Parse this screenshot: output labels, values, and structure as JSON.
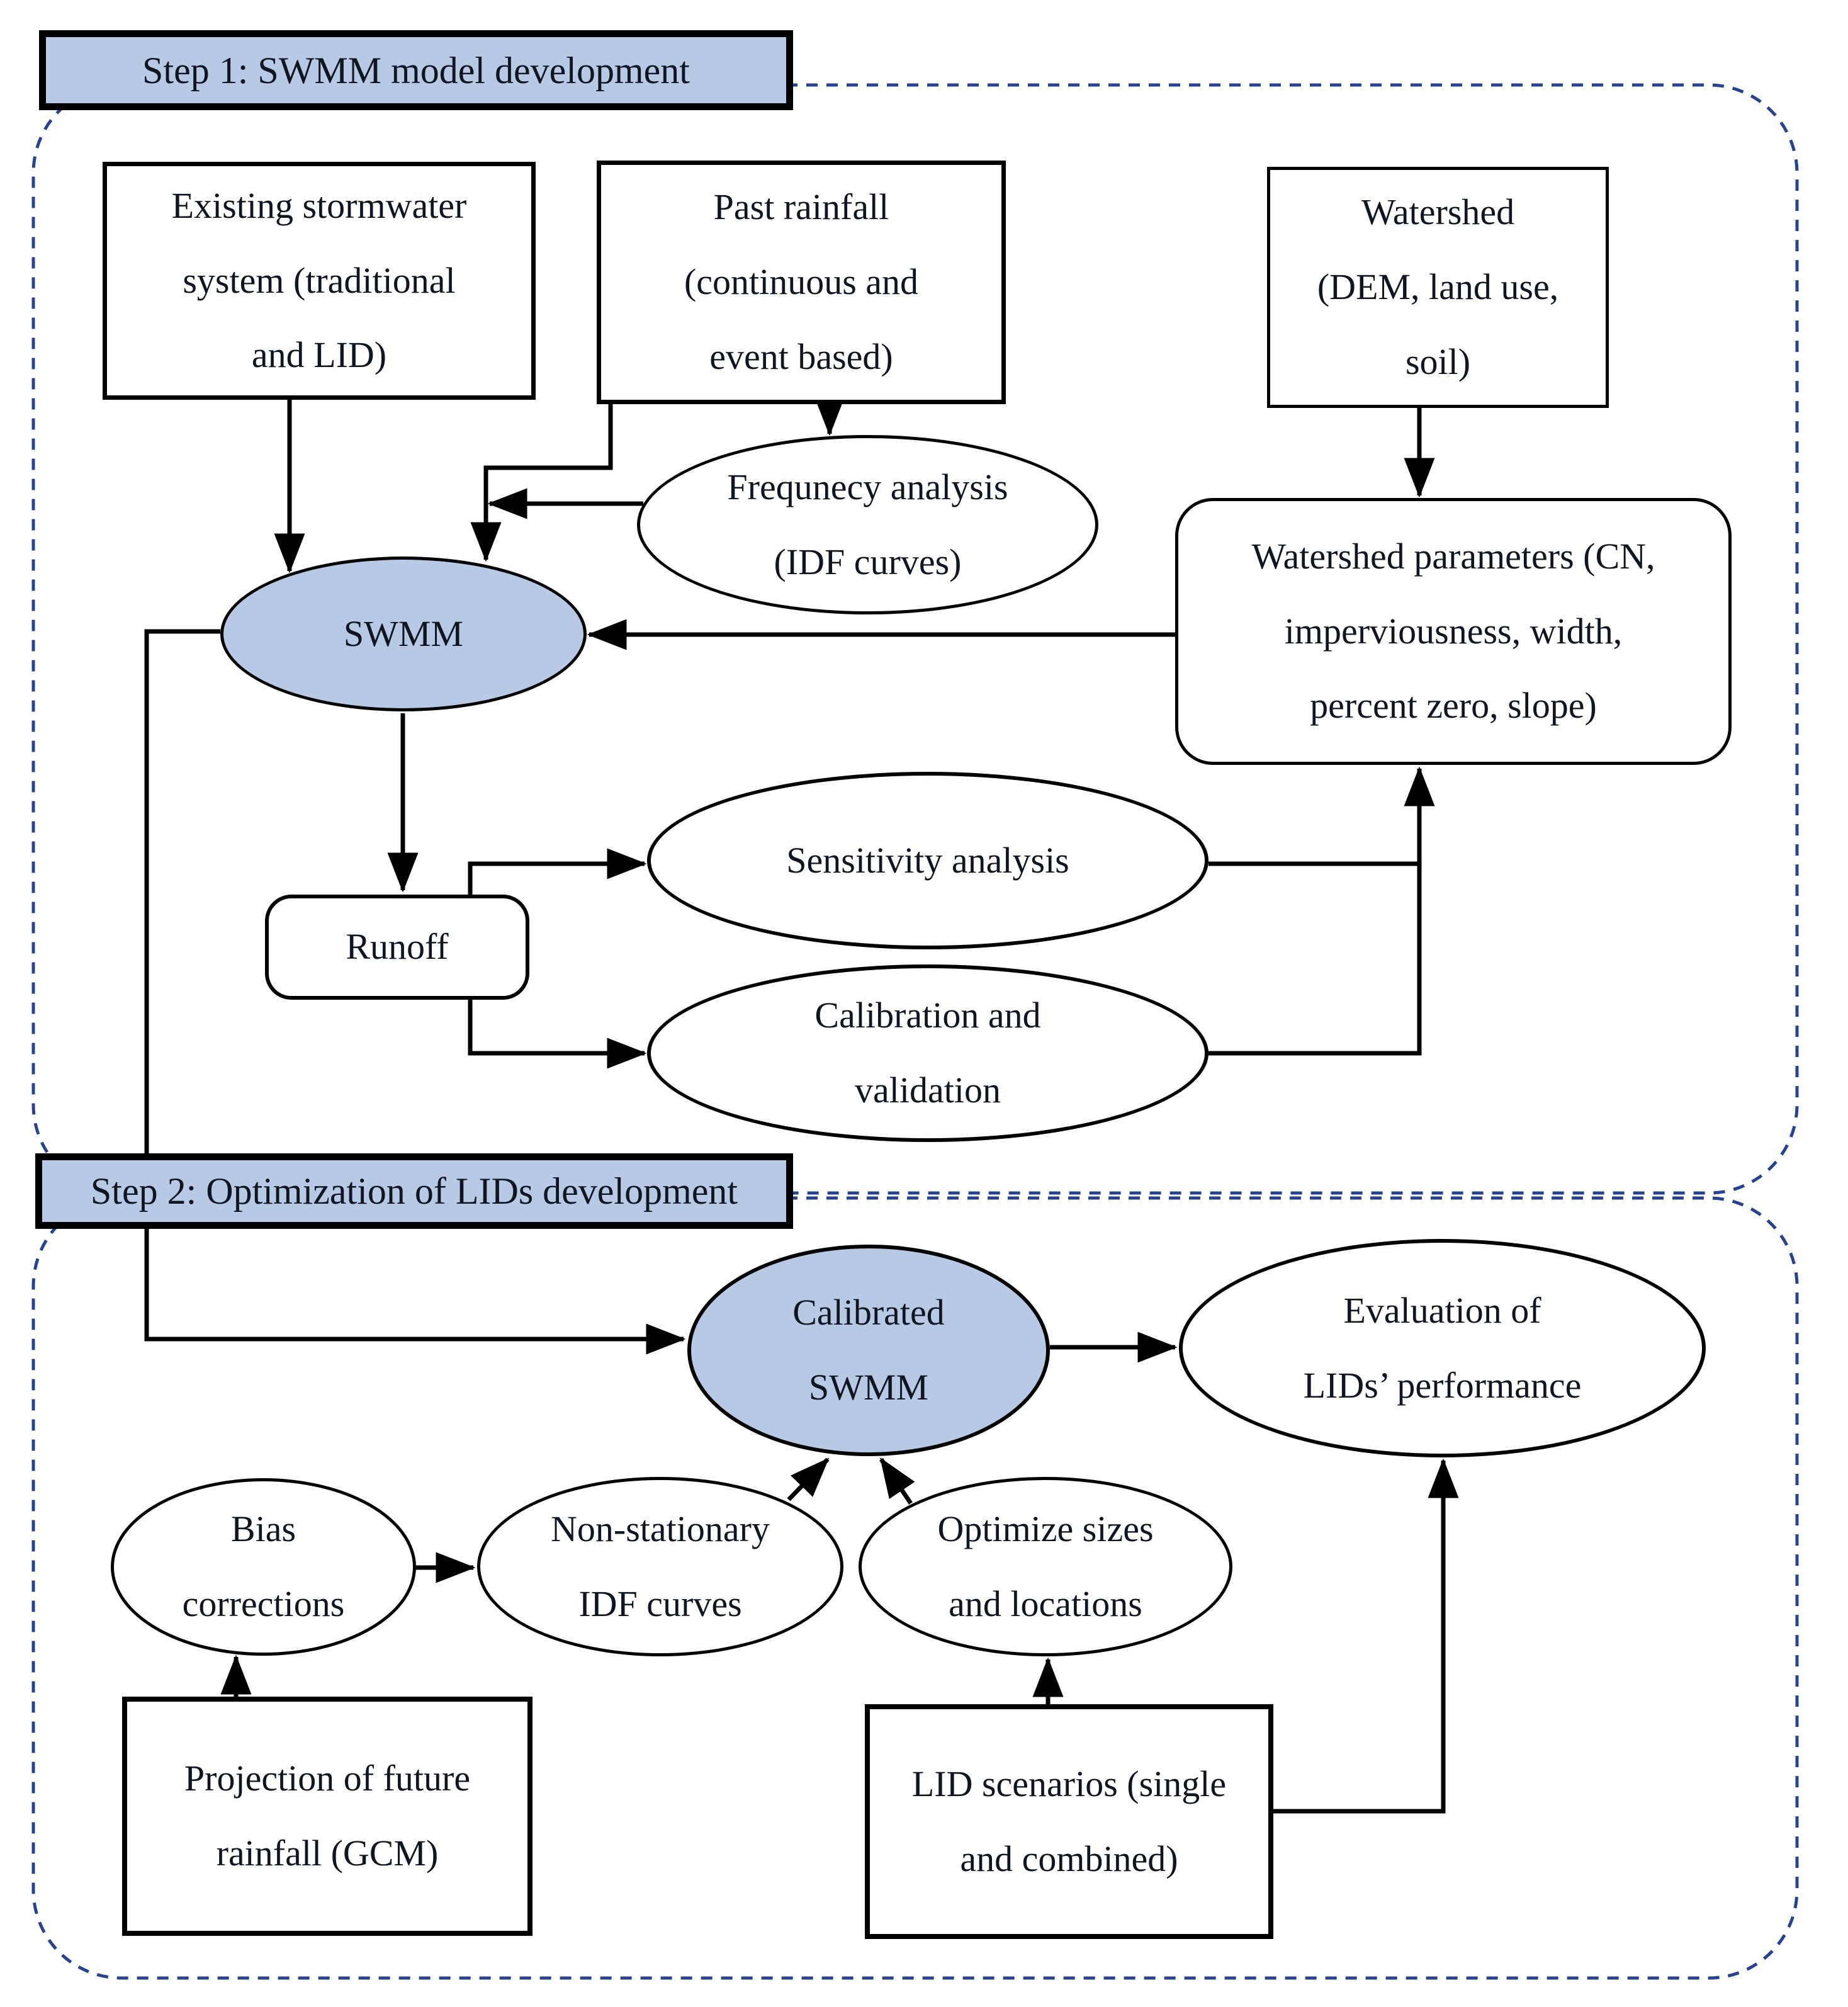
{
  "diagram": {
    "step1_title": "Step 1: SWMM model development",
    "step2_title": "Step 2: Optimization of LIDs development"
  },
  "nodes": {
    "existing": "Existing stormwater\nsystem (traditional\nand LID)",
    "past_rainfall": "Past rainfall\n(continuous and\nevent based)",
    "watershed": "Watershed\n(DEM, land use,\nsoil)",
    "frequency": "Frequnecy analysis\n(IDF curves)",
    "swmm": "SWMM",
    "watershed_params": "Watershed parameters (CN,\nimperviousness, width,\npercent zero, slope)",
    "runoff": "Runoff",
    "sensitivity": "Sensitivity analysis",
    "calibration": "Calibration and\nvalidation",
    "calibrated_swmm": "Calibrated\nSWMM",
    "evaluation": "Evaluation of\nLIDs’ performance",
    "bias": "Bias\ncorrections",
    "nonstationary": "Non-stationary\nIDF curves",
    "optimize": "Optimize sizes\nand locations",
    "projection": "Projection of future\nrainfall (GCM)",
    "lid_scenarios": "LID scenarios (single\nand combined)"
  },
  "colors": {
    "node_fill": "#b8c9e5",
    "container_dash": "#27438f",
    "line": "#000000",
    "text": "#101522"
  }
}
